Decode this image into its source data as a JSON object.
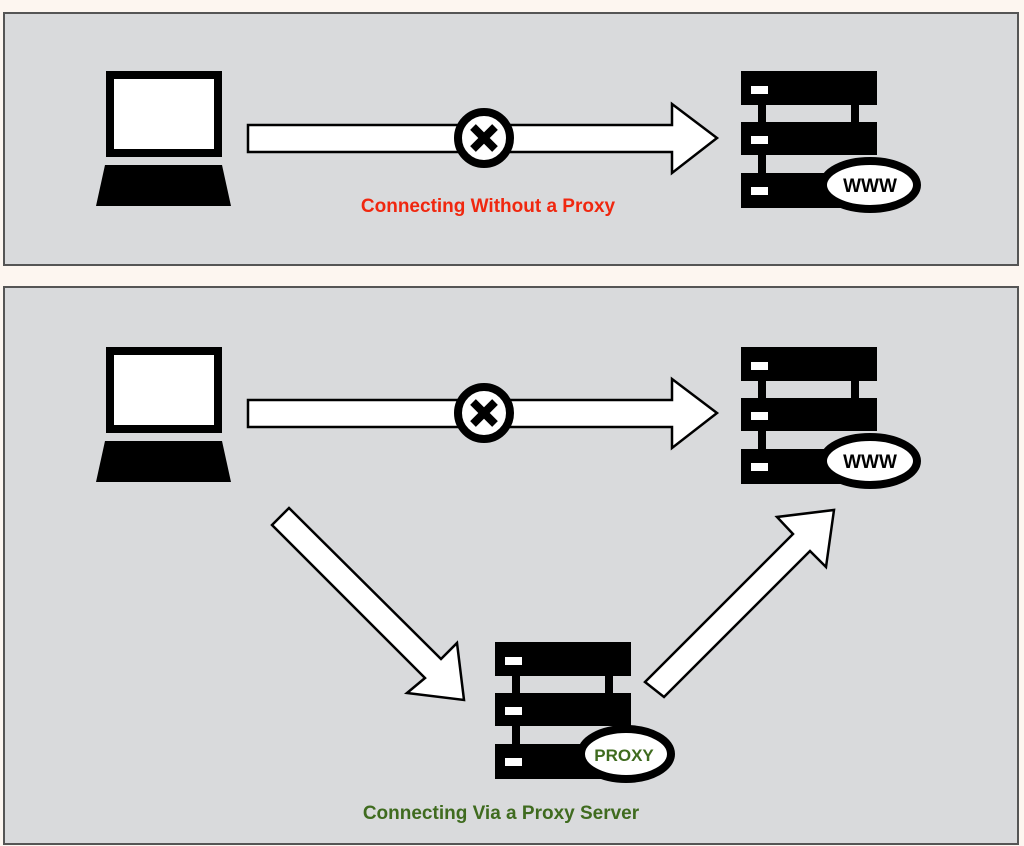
{
  "colors": {
    "page_background": "#fdf6f0",
    "panel_background": "#d9dadc",
    "direct_caption": "#f0270f",
    "proxy_caption": "#3f6b1f",
    "proxy_badge_text": "#3f6b1f",
    "www_badge_text": "#000000"
  },
  "panels": [
    {
      "id": "without-proxy",
      "caption": "Connecting Without a Proxy",
      "client": {
        "icon": "laptop-icon"
      },
      "server": {
        "icon": "server-icon",
        "badge": "WWW"
      },
      "direct_connection": {
        "icon": "blocked-x-icon",
        "status": "blocked"
      }
    },
    {
      "id": "via-proxy",
      "caption": "Connecting Via a Proxy Server",
      "client": {
        "icon": "laptop-icon"
      },
      "server": {
        "icon": "server-icon",
        "badge": "WWW"
      },
      "direct_connection": {
        "icon": "blocked-x-icon",
        "status": "blocked"
      },
      "proxy": {
        "icon": "server-icon",
        "badge": "PROXY"
      }
    }
  ]
}
